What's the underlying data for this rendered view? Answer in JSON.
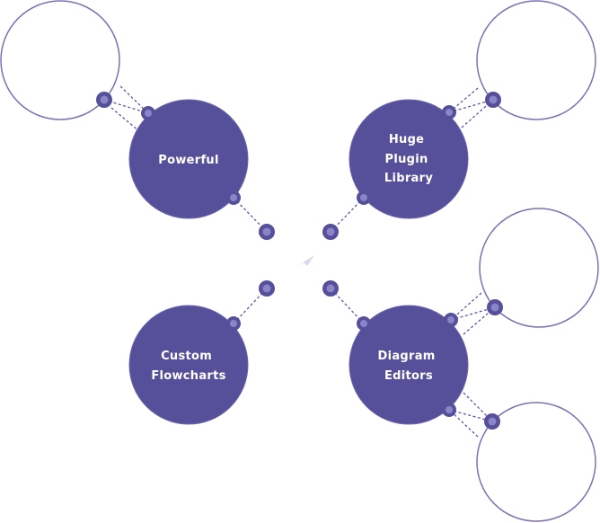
{
  "colors": {
    "hub_fill": "#56509b",
    "hub_stroke": "#6b65b0",
    "outline": "#7a73b6",
    "connector_fill": "#56509b",
    "connector_inner": "#8a84c8",
    "dash": "#5e58a6",
    "center_glyph": "#c9c6e3"
  },
  "center": {
    "icon": "paper-plane-icon"
  },
  "hubs": [
    {
      "id": "powerful",
      "lines": [
        "Powerful"
      ]
    },
    {
      "id": "huge-plugin-library",
      "lines": [
        "Huge",
        "Plugin",
        "Library"
      ]
    },
    {
      "id": "custom-flowcharts",
      "lines": [
        "Custom",
        "Flowcharts"
      ]
    },
    {
      "id": "diagram-editors",
      "lines": [
        "Diagram",
        "Editors"
      ]
    }
  ]
}
